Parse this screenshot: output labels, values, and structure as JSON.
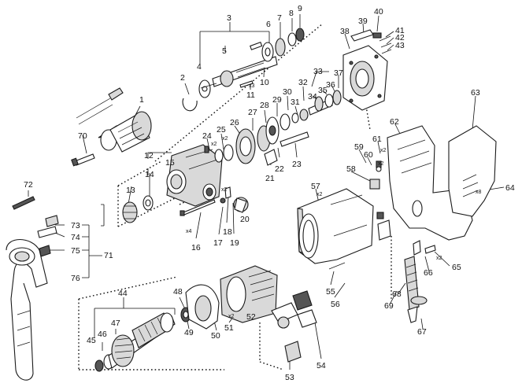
{
  "labels": [
    "1",
    "2",
    "3",
    "4",
    "5",
    "6",
    "7",
    "8",
    "9",
    "10",
    "11",
    "12",
    "13",
    "14",
    "15",
    "16",
    "17",
    "18",
    "19",
    "20",
    "21",
    "22",
    "23",
    "24",
    "25",
    "26",
    "27",
    "28",
    "29",
    "30",
    "31",
    "32",
    "33",
    "34",
    "35",
    "36",
    "37",
    "38",
    "39",
    "40",
    "41",
    "42",
    "43",
    "44",
    "45",
    "46",
    "47",
    "48",
    "49",
    "50",
    "51",
    "52",
    "53",
    "54",
    "55",
    "56",
    "57",
    "58",
    "59",
    "60",
    "61",
    "62",
    "63",
    "64",
    "65",
    "66",
    "67",
    "68",
    "69",
    "70",
    "71",
    "72",
    "73",
    "74",
    "75",
    "76"
  ],
  "qty": {
    "x2_gear": "x2",
    "x2_washer": "x2",
    "x3_pin": "x3",
    "x2_spring": "x2",
    "x4_screws": "x4",
    "x2_brushes": "x2",
    "x2_holder": "x2",
    "x2_clip": "x2",
    "x2_screw66": "x2",
    "x8_screws": "x8",
    "x2_field": "x2"
  }
}
